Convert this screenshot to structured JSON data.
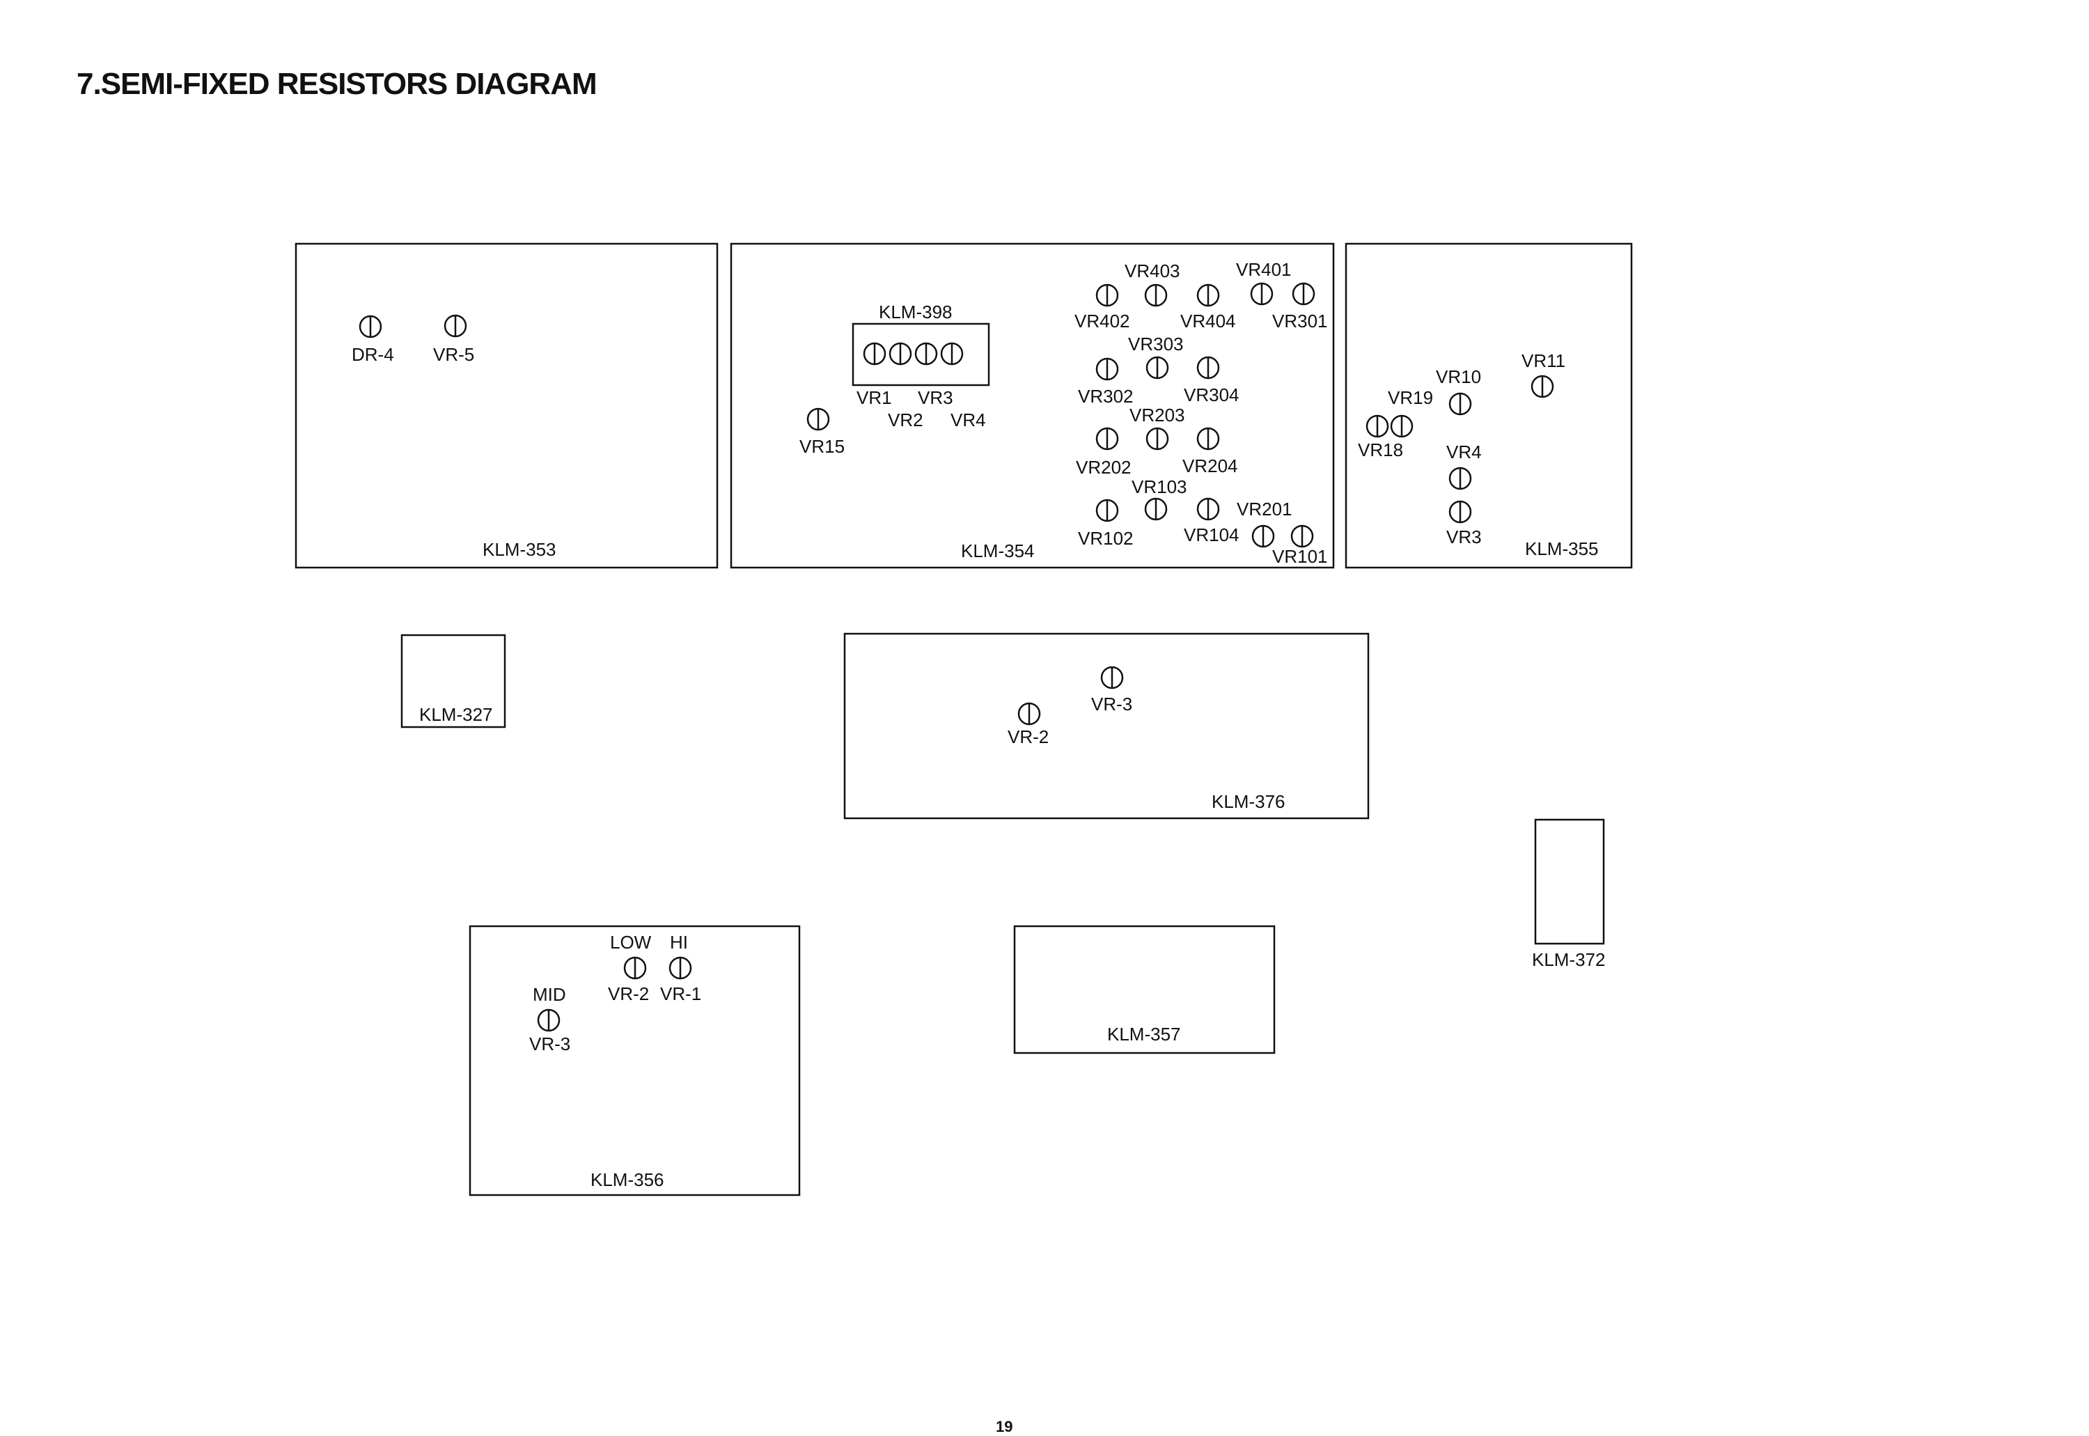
{
  "title": "7.SEMI-FIXED RESISTORS DIAGRAM",
  "page_number": "19",
  "boards": {
    "klm353": "KLM-353",
    "klm354": "KLM-354",
    "klm398": "KLM-398",
    "klm355": "KLM-355",
    "klm327": "KLM-327",
    "klm376": "KLM-376",
    "klm372": "KLM-372",
    "klm356": "KLM-356",
    "klm357": "KLM-357"
  },
  "labels": {
    "klm353": {
      "dr4": "DR-4",
      "vr5": "VR-5"
    },
    "klm354": {
      "vr1": "VR1",
      "vr3": "VR3",
      "vr2": "VR2",
      "vr4": "VR4",
      "vr15": "VR15",
      "vr403": "VR403",
      "vr401": "VR401",
      "vr402": "VR402",
      "vr404": "VR404",
      "vr301": "VR301",
      "vr303": "VR303",
      "vr302": "VR302",
      "vr304": "VR304",
      "vr203": "VR203",
      "vr202": "VR202",
      "vr204": "VR204",
      "vr103": "VR103",
      "vr201": "VR201",
      "vr102": "VR102",
      "vr104": "VR104",
      "vr101": "VR101"
    },
    "klm355": {
      "vr11": "VR11",
      "vr10": "VR10",
      "vr19": "VR19",
      "vr18": "VR18",
      "vr4": "VR4",
      "vr3": "VR3"
    },
    "klm376": {
      "vr3": "VR-3",
      "vr2": "VR-2"
    },
    "klm356": {
      "low": "LOW",
      "hi": "HI",
      "vr2": "VR-2",
      "vr1": "VR-1",
      "mid": "MID",
      "vr3": "VR-3"
    }
  }
}
